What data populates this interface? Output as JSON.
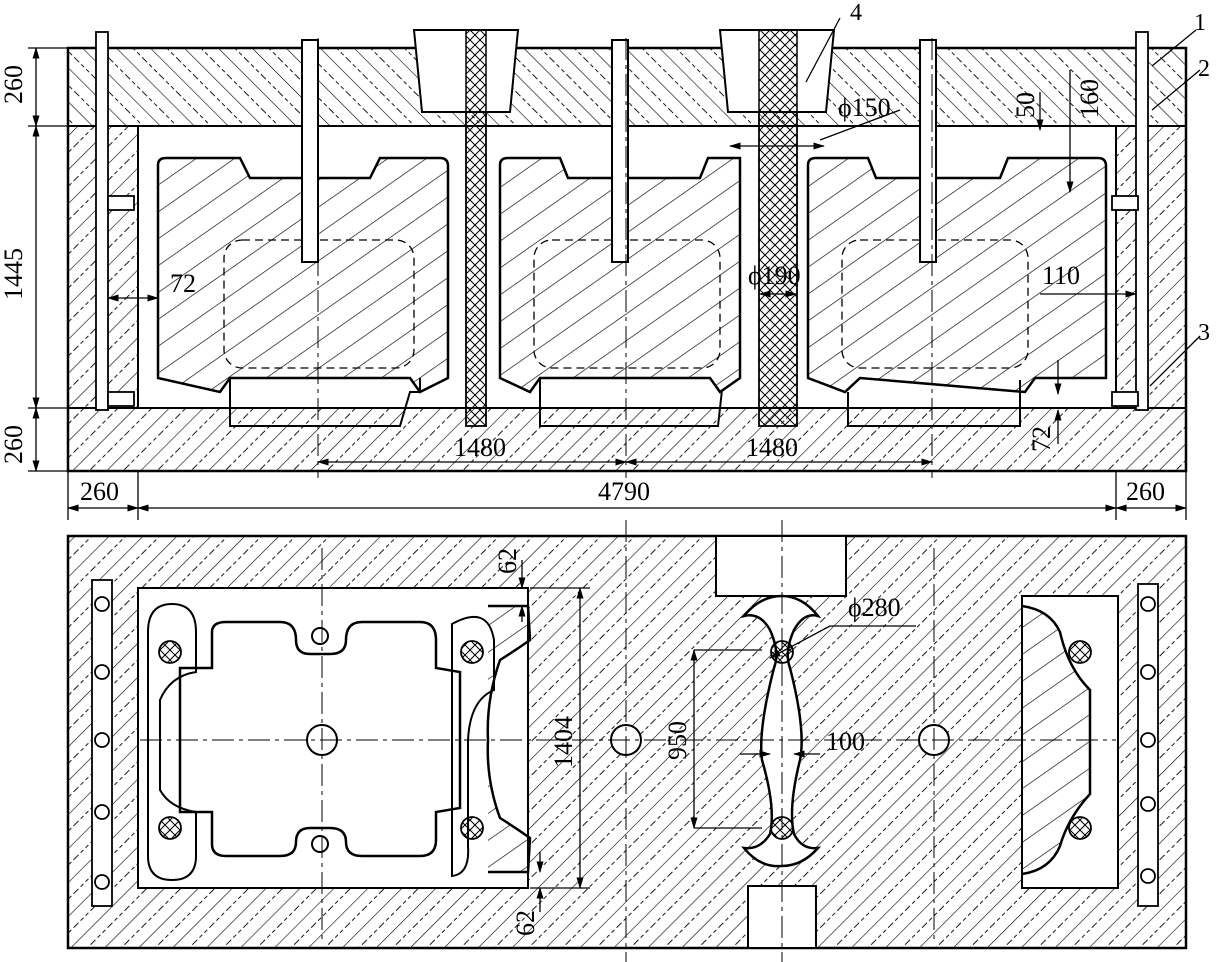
{
  "callouts": {
    "part_1": "1",
    "part_2": "2",
    "part_3": "3",
    "part_4": "4"
  },
  "dimensions": {
    "top_height": "260",
    "mid_height": "1445",
    "bottom_height": "260",
    "left_width": "260",
    "total_width": "4790",
    "right_width": "260",
    "spacing_left": "1480",
    "spacing_right": "1480",
    "wall_72_left": "72",
    "wall_72_bottom": "72",
    "gap_110": "110",
    "dia_150": "ϕ150",
    "dia_190": "ϕ190",
    "dim_50": "50",
    "dim_160": "160",
    "dim_62_top": "62",
    "dim_62_bottom": "62",
    "dim_1404": "1404",
    "dia_280": "ϕ280",
    "dim_950": "950",
    "dim_100": "100"
  }
}
